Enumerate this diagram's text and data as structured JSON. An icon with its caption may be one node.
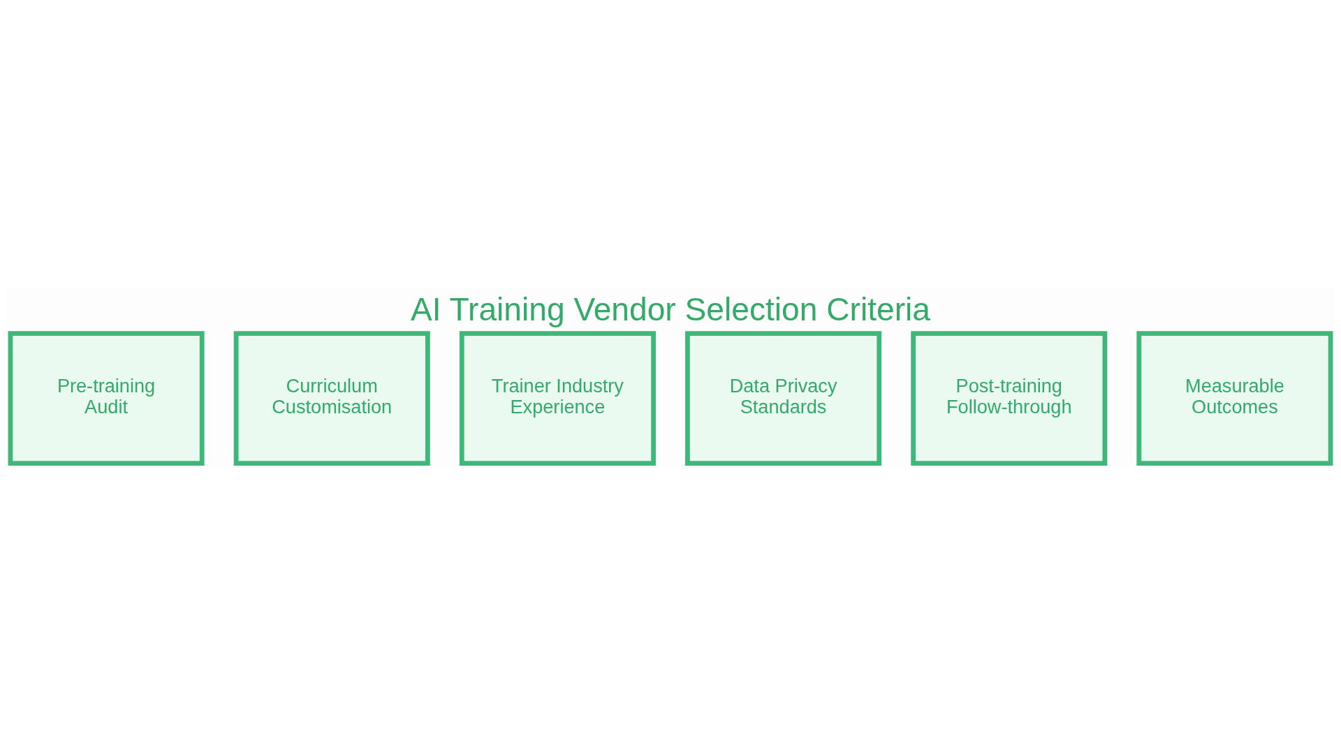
{
  "diagram": {
    "title": "AI Training Vendor Selection Criteria",
    "nodes": [
      {
        "text": [
          "Pre-training Audit"
        ]
      },
      {
        "text": [
          "Curriculum Customisation"
        ]
      },
      {
        "text": [
          "Trainer Industry Experience"
        ]
      },
      {
        "text": [
          "Data Privacy Standards"
        ]
      },
      {
        "text": [
          "Post-training Follow-through"
        ]
      },
      {
        "text": [
          "Measurable Outcomes"
        ]
      }
    ]
  }
}
